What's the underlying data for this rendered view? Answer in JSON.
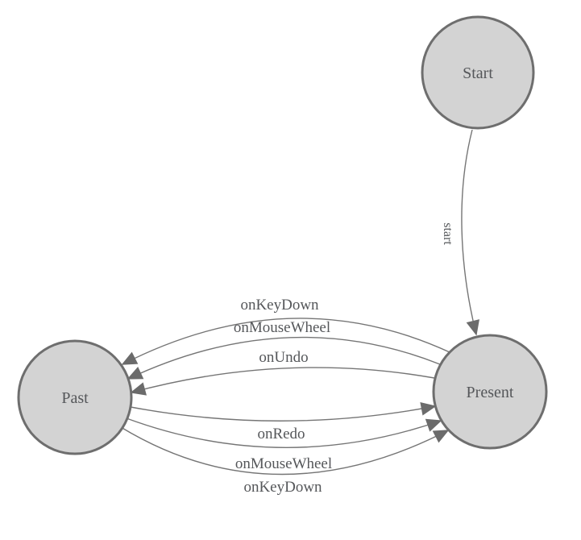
{
  "diagram": {
    "type": "state-machine",
    "background": "#ffffff",
    "colors": {
      "node_fill": "#d3d3d3",
      "node_stroke": "#6e6e6e",
      "edge_stroke": "#757575",
      "arrow_fill": "#6b6b6b",
      "label_text": "#55575a"
    },
    "nodes": [
      {
        "id": "start",
        "label": "Start"
      },
      {
        "id": "past",
        "label": "Past"
      },
      {
        "id": "present",
        "label": "Present"
      }
    ],
    "edges": [
      {
        "from": "start",
        "to": "present",
        "label": "start"
      },
      {
        "from": "present",
        "to": "past",
        "label": "onKeyDown"
      },
      {
        "from": "present",
        "to": "past",
        "label": "onMouseWheel"
      },
      {
        "from": "present",
        "to": "past",
        "label": "onUndo"
      },
      {
        "from": "past",
        "to": "present",
        "label": "onRedo"
      },
      {
        "from": "past",
        "to": "present",
        "label": "onMouseWheel"
      },
      {
        "from": "past",
        "to": "present",
        "label": "onKeyDown"
      }
    ]
  }
}
